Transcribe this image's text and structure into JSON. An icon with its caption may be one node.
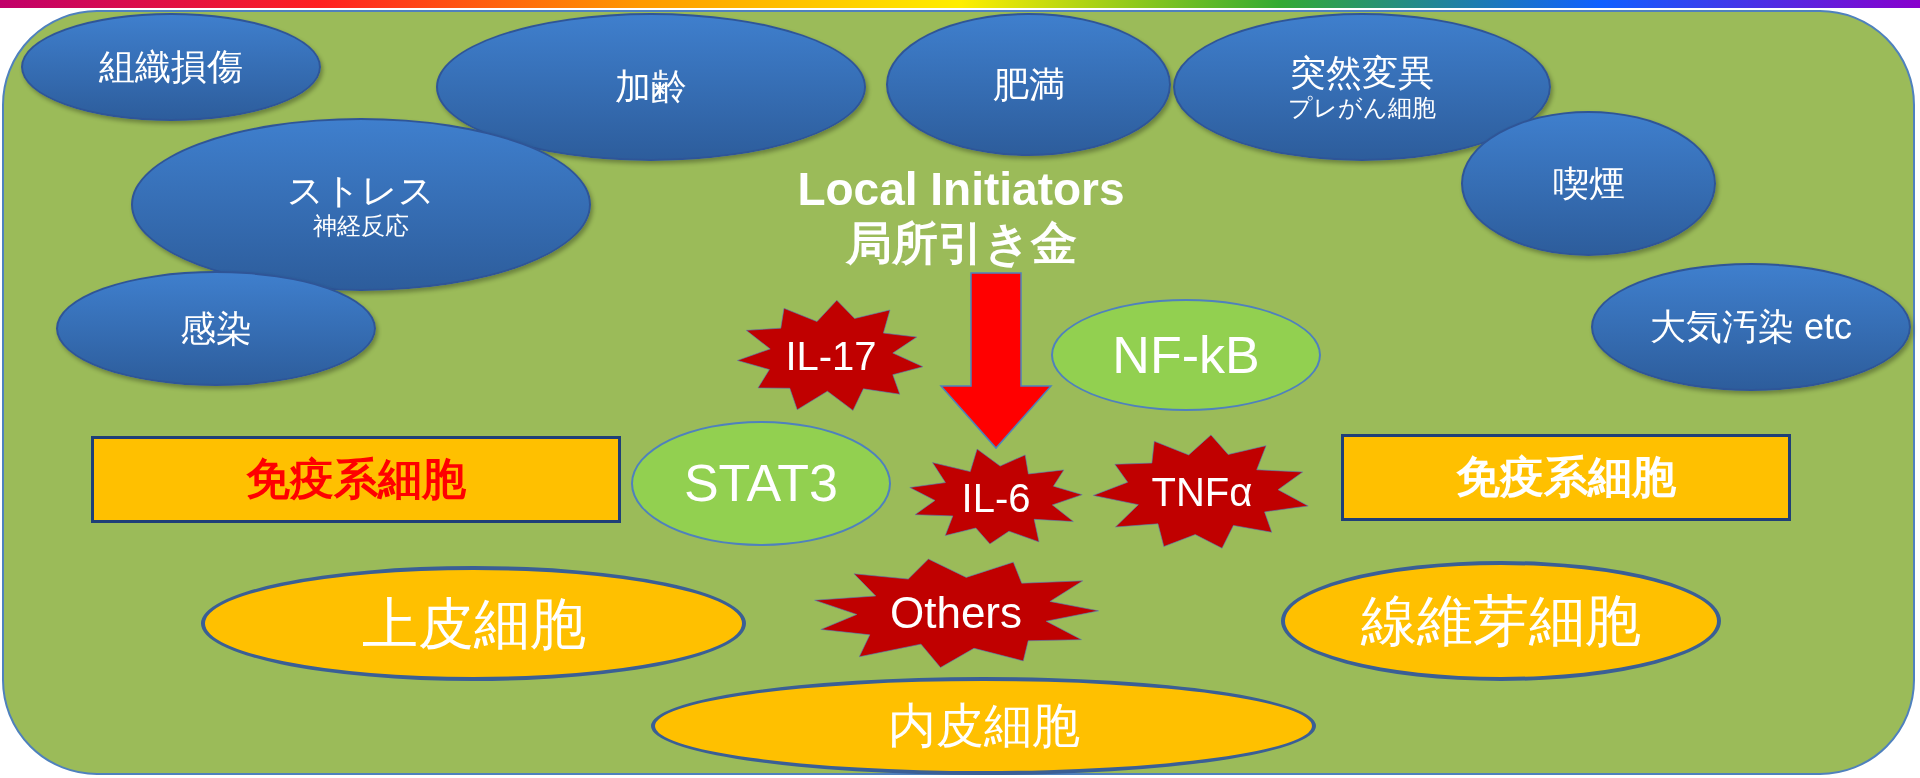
{
  "diagram": {
    "nodes": [
      {
        "text": [
          "Local Initiators 局所引き金"
        ]
      },
      {
        "text": [
          "組織損傷"
        ],
        "in": 0
      },
      {
        "text": [
          "加齢"
        ],
        "in": 0
      },
      {
        "text": [
          "肥満"
        ],
        "in": 0
      },
      {
        "text": [
          "突然変異",
          "プレがん細胞"
        ],
        "in": 0
      },
      {
        "text": [
          "ストレス",
          "神経反応"
        ],
        "in": 0
      },
      {
        "text": [
          "喫煙"
        ],
        "in": 0
      },
      {
        "text": [
          "感染"
        ],
        "in": 0
      },
      {
        "text": [
          "大気汚染 etc"
        ],
        "in": 0
      },
      {
        "text": [
          "免疫系細胞"
        ],
        "in": 0
      },
      {
        "text": [
          "免疫系細胞"
        ],
        "in": 0
      },
      {
        "text": [
          "上皮細胞"
        ],
        "in": 0
      },
      {
        "text": [
          "線維芽細胞"
        ],
        "in": 0
      },
      {
        "text": [
          "内皮細胞"
        ],
        "in": 0
      },
      {
        "text": [
          "IL-17"
        ],
        "in": 0
      },
      {
        "text": [
          "IL-6"
        ],
        "in": 0
      },
      {
        "text": [
          "TNFα"
        ],
        "in": 0
      },
      {
        "text": [
          "Others"
        ],
        "in": 0
      },
      {
        "text": [
          "STAT3"
        ],
        "in": 0
      },
      {
        "text": [
          "NF-kB"
        ],
        "in": 0
      }
    ],
    "edges": [
      {
        "from": null,
        "to": 15,
        "arrow": "to"
      }
    ]
  }
}
